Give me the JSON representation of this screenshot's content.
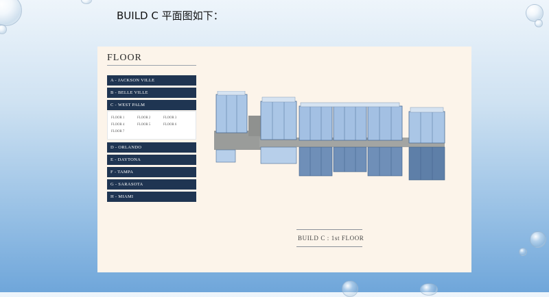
{
  "slide": {
    "title": "BUILD C 平面图如下："
  },
  "sidebar": {
    "heading": "FLOOR",
    "buildings": [
      {
        "label": "A - JACKSON VILLE"
      },
      {
        "label": "B - BELLE VILLE"
      },
      {
        "label": "C - WEST PALM",
        "expanded": true
      },
      {
        "label": "D - ORLANDO"
      },
      {
        "label": "E - DAYTONA"
      },
      {
        "label": "F - TAMPA"
      },
      {
        "label": "G - SARASOTA"
      },
      {
        "label": "H - MIAMI"
      }
    ],
    "floors": [
      "FLOOR 1",
      "FLOOR 2",
      "FLOOR 3",
      "FLOOR 4",
      "FLOOR 5",
      "FLOOR 6",
      "FLOOR 7"
    ]
  },
  "plan": {
    "caption": "BUILD C : 1st FLOOR",
    "colors": {
      "corridor": "#9a9c9a",
      "unit_light": "#aac6e6",
      "unit_dark": "#5e7fa8",
      "menu": "#1f3552"
    }
  }
}
